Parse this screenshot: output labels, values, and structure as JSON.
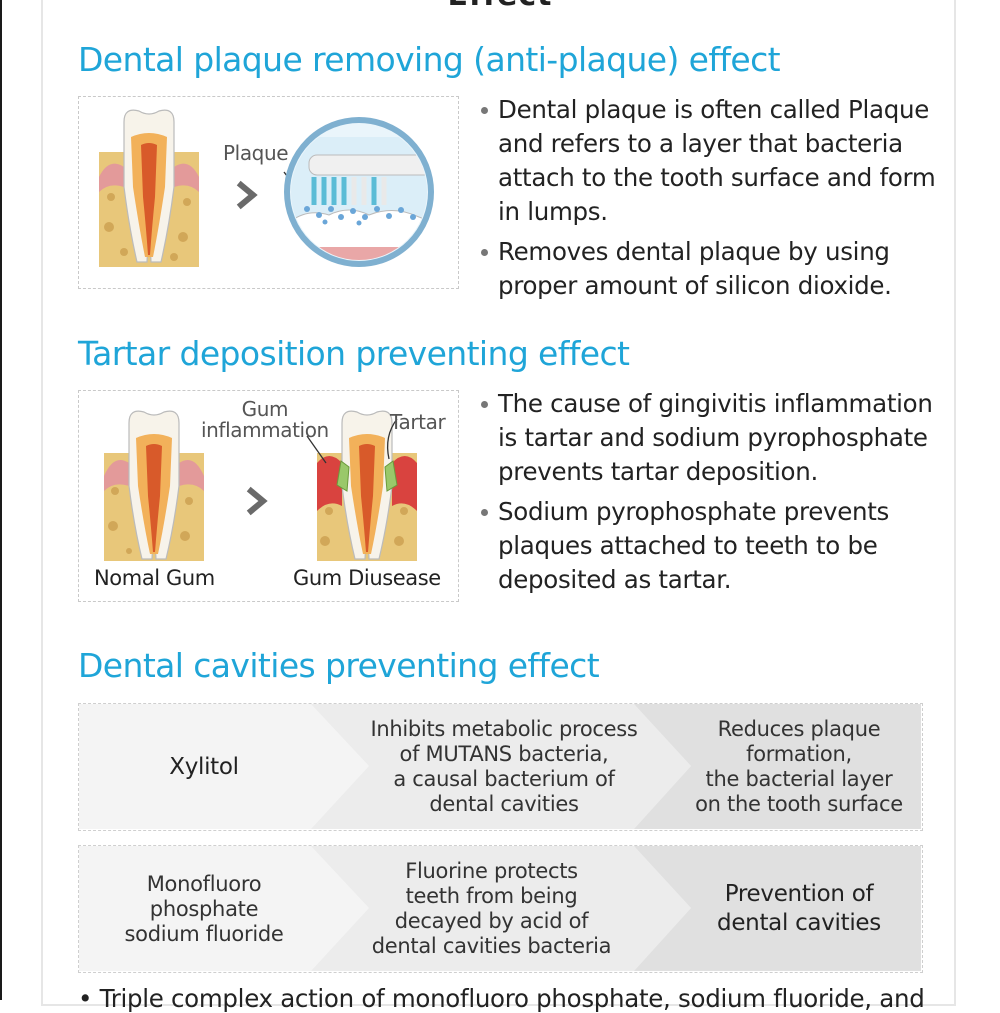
{
  "top_title": "Effect",
  "sections": [
    {
      "heading": "Dental plaque removing (anti-plaque) effect",
      "figure": {
        "label_plaque": "Plaque"
      },
      "bullets": [
        "Dental plaque is often called Plaque and refers to a layer that bacteria attach to the tooth surface and form in lumps.",
        "Removes dental plaque by using proper amount of silicon dioxide."
      ]
    },
    {
      "heading": "Tartar deposition preventing effect",
      "figure": {
        "label_gum_inflammation": "Gum\ninflammation",
        "label_tartar": "Tartar",
        "caption_normal": "Nomal Gum",
        "caption_disease": "Gum Diusease"
      },
      "bullets": [
        "The cause of gingivitis inflammation is tartar and sodium pyrophosphate prevents tartar deposition.",
        "Sodium pyrophosphate prevents plaques attached to teeth to be deposited as tartar."
      ]
    },
    {
      "heading": "Dental cavities preventing effect",
      "rows": [
        {
          "ingredient": "Xylitol",
          "action": "Inhibits metabolic process\nof MUTANS bacteria,\na causal bacterium of\ndental cavities",
          "result": "Reduces plaque\nformation,\nthe bacterial layer\non the tooth surface"
        },
        {
          "ingredient": "Monofluoro\nphosphate\nsodium fluoride",
          "action": "Fluorine protects\nteeth from being\ndecayed by acid of\ndental cavities bacteria",
          "result": "Prevention of\ndental cavities"
        }
      ],
      "footnote": "• Triple complex action of monofluoro phosphate, sodium fluoride, and"
    }
  ],
  "colors": {
    "heading": "#1fa5d8",
    "gum": "#e8a0a0",
    "bone": "#e8c77a",
    "tooth": "#f7f3ea",
    "root": "#e99a3a"
  }
}
